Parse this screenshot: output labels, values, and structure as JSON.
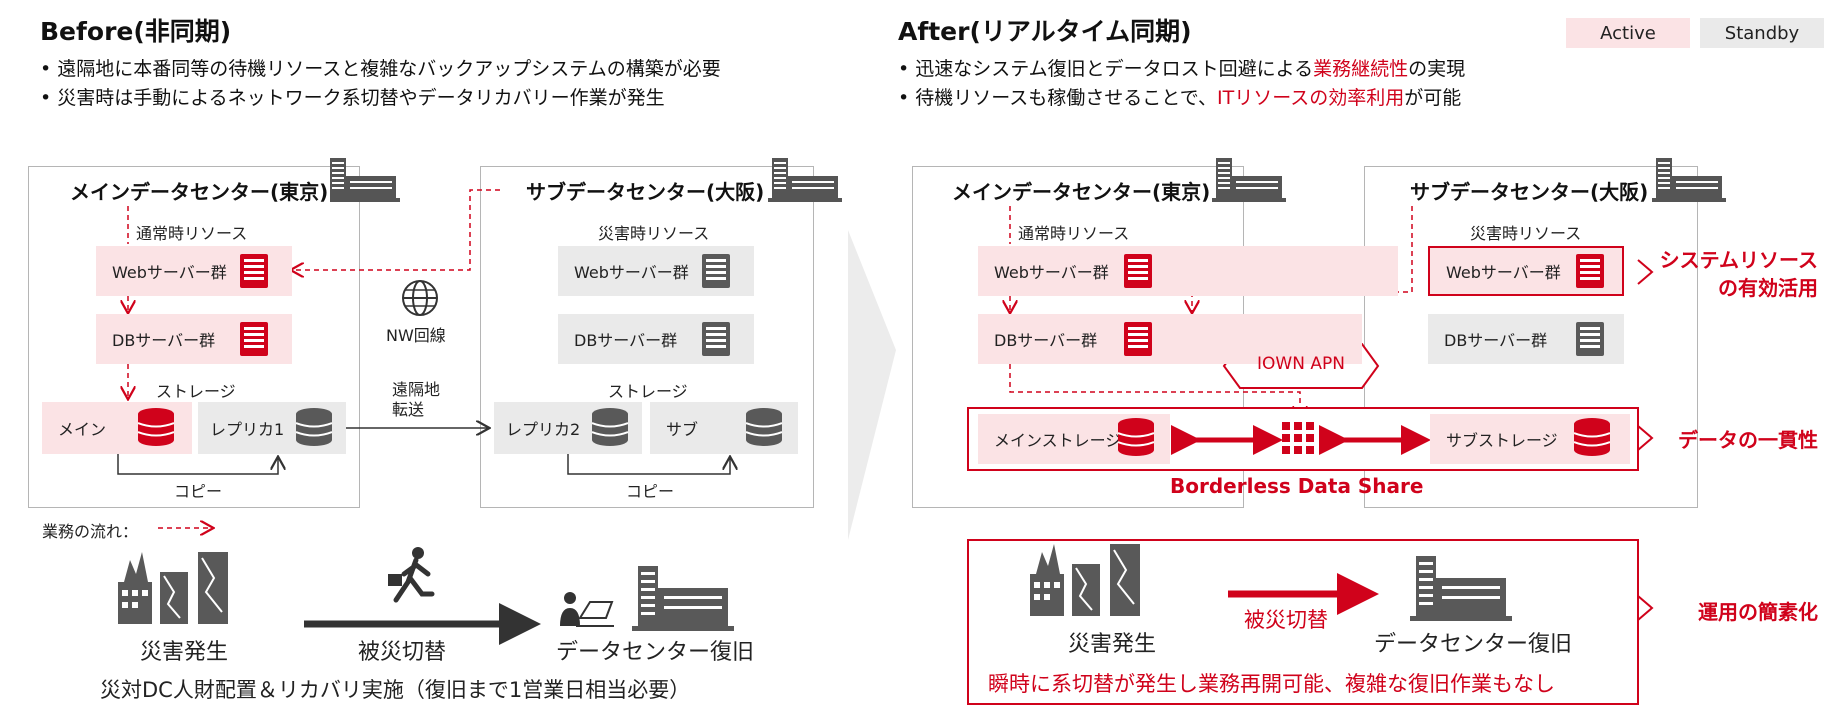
{
  "colors": {
    "accent": "#d0021b",
    "active_fill": "#fbe3e5",
    "standby_fill": "#eaeaea",
    "icon_gray": "#595959"
  },
  "legend": {
    "active": "Active",
    "standby": "Standby"
  },
  "before": {
    "title": "Before(非同期)",
    "bullets": [
      "遠隔地に本番同等の待機リソースと複雑なバックアップシステムの構築が必要",
      "災害時は手動によるネットワーク系切替やデータリカバリー作業が発生"
    ],
    "main_dc": {
      "title": "メインデータセンター(東京)",
      "resource_label": "通常時リソース",
      "web": "Webサーバー群",
      "db": "DBサーバー群",
      "storage_label": "ストレージ",
      "main": "メイン",
      "replica": "レプリカ1",
      "copy": "コピー"
    },
    "sub_dc": {
      "title": "サブデータセンター(大阪)",
      "resource_label": "災害時リソース",
      "web": "Webサーバー群",
      "db": "DBサーバー群",
      "storage_label": "ストレージ",
      "replica": "レプリカ2",
      "sub": "サブ",
      "copy": "コピー"
    },
    "nw_label": "NW回線",
    "remote_label": "遠隔地\n転送",
    "flow_legend": "業務の流れ：",
    "disaster": "災害発生",
    "switch": "被災切替",
    "recovery": "データセンター復旧",
    "note": "災対DC人財配置＆リカバリ実施（復旧まで1営業日相当必要）"
  },
  "after": {
    "title": "After(リアルタイム同期)",
    "bullets": [
      {
        "pre": "迅速なシステム復旧とデータロスト回避による",
        "em": "業務継続性",
        "post": "の実現"
      },
      {
        "pre": "待機リソースも稼働させることで、",
        "em": "ITリソースの効率利用",
        "post": "が可能"
      }
    ],
    "main_dc": {
      "title": "メインデータセンター(東京)",
      "resource_label": "通常時リソース",
      "web": "Webサーバー群",
      "db": "DBサーバー群",
      "storage": "メインストレージ"
    },
    "sub_dc": {
      "title": "サブデータセンター(大阪)",
      "resource_label": "災害時リソース",
      "web": "Webサーバー群",
      "db": "DBサーバー群",
      "storage": "サブストレージ"
    },
    "iown": "IOWN APN",
    "bds": "Borderless Data Share",
    "callouts": [
      "システムリソース\nの有効活用",
      "データの一貫性",
      "運用の簡素化"
    ],
    "disaster": "災害発生",
    "switch": "被災切替",
    "recovery": "データセンター復旧",
    "note": "瞬時に系切替が発生し業務再開可能、複雑な復旧作業もなし"
  }
}
